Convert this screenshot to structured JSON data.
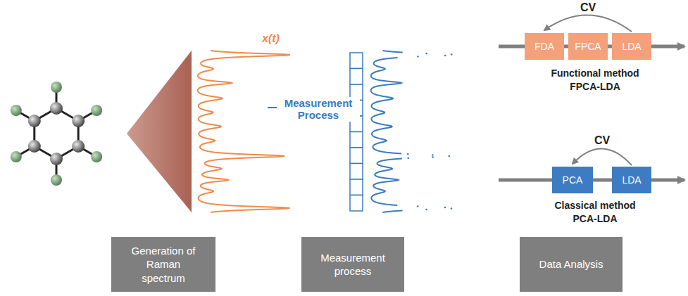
{
  "diagram": {
    "nodes": [
      {
        "text": [
          "FDA"
        ]
      },
      {
        "text": [
          "FPCA"
        ]
      },
      {
        "text": [
          "LDA"
        ]
      },
      {
        "text": [
          "PCA"
        ]
      },
      {
        "text": [
          "LDA"
        ]
      },
      {
        "text": [
          "Generation of Raman spectrum"
        ]
      },
      {
        "text": [
          "Measurement process"
        ]
      },
      {
        "text": [
          "Data Analysis"
        ]
      }
    ],
    "edges": [
      {
        "from": 0,
        "to": 1,
        "arrow": "none"
      },
      {
        "from": 1,
        "to": 2,
        "arrow": "none"
      },
      {
        "from": 2,
        "to": 0,
        "arrow": "to",
        "label": "CV"
      },
      {
        "from": 3,
        "to": 4,
        "arrow": "none"
      },
      {
        "from": 4,
        "to": 3,
        "arrow": "to",
        "label": "CV"
      }
    ],
    "labels": [
      "x(t)",
      "Measurement Process",
      "Functional method FPCA-LDA",
      "Classical method PCA-LDA"
    ]
  }
}
